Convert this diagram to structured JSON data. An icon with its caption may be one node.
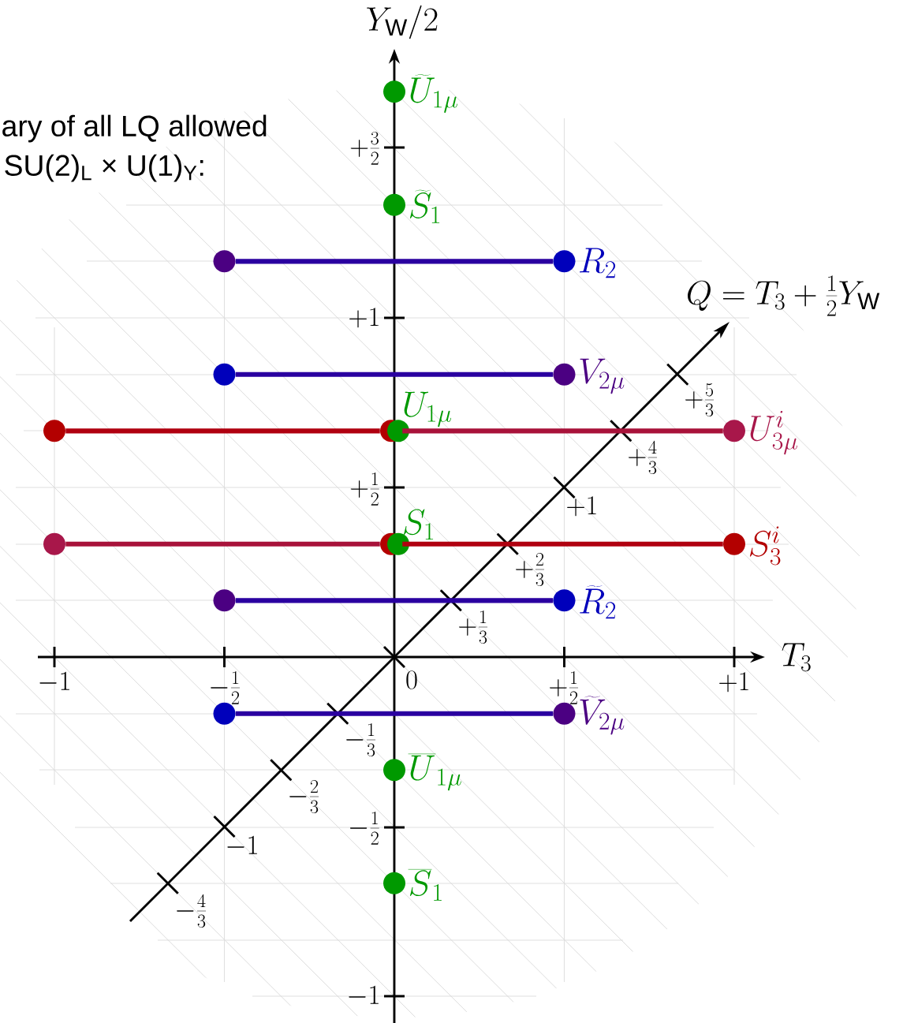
{
  "diagram": {
    "nodes": [
      {
        "text": [],
        "shape": "circle",
        "beside": [
          "\\widetilde{U}_{1\\mu}"
        ]
      },
      {
        "text": [],
        "shape": "circle",
        "beside": [
          "\\widetilde{S}_1"
        ]
      },
      {
        "text": [],
        "shape": "circle"
      },
      {
        "text": [],
        "shape": "circle",
        "beside": [
          "R_2"
        ]
      },
      {
        "text": [],
        "shape": "circle"
      },
      {
        "text": [],
        "shape": "circle",
        "beside": [
          "V_{2\\mu}"
        ]
      },
      {
        "text": [],
        "shape": "circle"
      },
      {
        "text": [],
        "shape": "circle"
      },
      {
        "text": [],
        "shape": "circle",
        "beside": [
          "U_{1\\mu}"
        ]
      },
      {
        "text": [],
        "shape": "circle",
        "beside": [
          "U^i_{3\\mu}"
        ]
      },
      {
        "text": [],
        "shape": "circle"
      },
      {
        "text": [],
        "shape": "circle"
      },
      {
        "text": [],
        "shape": "circle",
        "beside": [
          "S_1"
        ]
      },
      {
        "text": [],
        "shape": "circle",
        "beside": [
          "S^i_3"
        ]
      },
      {
        "text": [],
        "shape": "circle"
      },
      {
        "text": [],
        "shape": "circle",
        "beside": [
          "\\widetilde{R}_2"
        ]
      },
      {
        "text": [],
        "shape": "circle"
      },
      {
        "text": [],
        "shape": "circle",
        "beside": [
          "\\widetilde{V}_{2\\mu}"
        ]
      },
      {
        "text": [],
        "shape": "circle",
        "beside": [
          "\\overline{U}_{1\\mu}"
        ]
      },
      {
        "text": [],
        "shape": "circle",
        "beside": [
          "\\overline{S}_1"
        ]
      }
    ],
    "edges": [
      {
        "from": 2,
        "to": 3,
        "arrow": "none",
        "color": "#2a00a0"
      },
      {
        "from": 4,
        "to": 5,
        "arrow": "none",
        "color": "#2a00a0"
      },
      {
        "from": 6,
        "to": 7,
        "arrow": "none",
        "color": "#b00010"
      },
      {
        "from": 7,
        "to": 9,
        "arrow": "none",
        "color": "#a8123a"
      },
      {
        "from": 10,
        "to": 11,
        "arrow": "none",
        "color": "#a8123a"
      },
      {
        "from": 11,
        "to": 13,
        "arrow": "none",
        "color": "#b00010"
      },
      {
        "from": 14,
        "to": 15,
        "arrow": "none",
        "color": "#2a00a0"
      },
      {
        "from": 16,
        "to": 17,
        "arrow": "none",
        "color": "#2a00a0"
      }
    ],
    "labels": [
      "ary of all LQ allowed",
      "SU(2)$_{L}$ × U(1)$_{Y}$:",
      "Y_{\\mathrm{W}}/2",
      "+\\frac{3}{2}",
      "Q = T_3 + \\frac{1}{2}Y_{\\mathrm{W}}",
      "+1",
      "+\\frac{5}{3}",
      "+\\frac{4}{3}",
      "+\\frac{1}{2}",
      "+1",
      "+\\frac{2}{3}",
      "+\\frac{1}{3}",
      "T_3",
      "-1",
      "-\\frac{1}{2}",
      "0",
      "+\\frac{1}{2}",
      "+1",
      "-\\frac{1}{3}",
      "-\\frac{2}{3}",
      "-\\frac{1}{2}",
      "-1",
      "-\\frac{4}{3}",
      "-1"
    ]
  }
}
